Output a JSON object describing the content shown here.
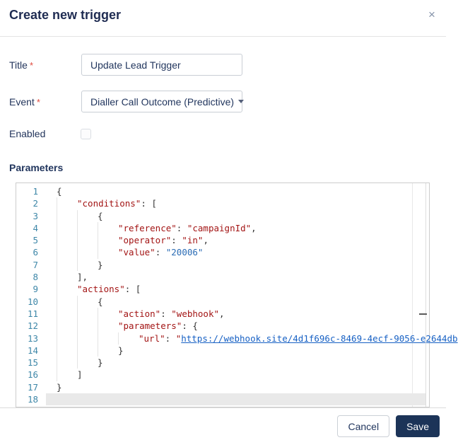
{
  "modal": {
    "title": "Create new trigger",
    "close_glyph": "×"
  },
  "form": {
    "title_label": "Title",
    "required_marker": "*",
    "title_value": "Update Lead Trigger",
    "event_label": "Event",
    "event_value": "Dialler Call Outcome (Predictive)",
    "enabled_label": "Enabled",
    "enabled_checked": false,
    "parameters_label": "Parameters"
  },
  "editor": {
    "language": "json",
    "current_line": 18,
    "lines": [
      {
        "n": "1",
        "indent": 0,
        "tokens": [
          [
            "p",
            "{"
          ]
        ]
      },
      {
        "n": "2",
        "indent": 1,
        "tokens": [
          [
            "k",
            "\"conditions\""
          ],
          [
            "p",
            ": ["
          ]
        ]
      },
      {
        "n": "3",
        "indent": 2,
        "tokens": [
          [
            "p",
            "{"
          ]
        ]
      },
      {
        "n": "4",
        "indent": 3,
        "tokens": [
          [
            "k",
            "\"reference\""
          ],
          [
            "p",
            ": "
          ],
          [
            "s",
            "\"campaignId\""
          ],
          [
            "p",
            ","
          ]
        ]
      },
      {
        "n": "5",
        "indent": 3,
        "tokens": [
          [
            "k",
            "\"operator\""
          ],
          [
            "p",
            ": "
          ],
          [
            "s",
            "\"in\""
          ],
          [
            "p",
            ","
          ]
        ]
      },
      {
        "n": "6",
        "indent": 3,
        "tokens": [
          [
            "k",
            "\"value\""
          ],
          [
            "p",
            ": "
          ],
          [
            "n",
            "\"20006\""
          ]
        ]
      },
      {
        "n": "7",
        "indent": 2,
        "tokens": [
          [
            "p",
            "}"
          ]
        ]
      },
      {
        "n": "8",
        "indent": 1,
        "tokens": [
          [
            "p",
            "],"
          ]
        ]
      },
      {
        "n": "9",
        "indent": 1,
        "tokens": [
          [
            "k",
            "\"actions\""
          ],
          [
            "p",
            ": ["
          ]
        ]
      },
      {
        "n": "10",
        "indent": 2,
        "tokens": [
          [
            "p",
            "{"
          ]
        ]
      },
      {
        "n": "11",
        "indent": 3,
        "tokens": [
          [
            "k",
            "\"action\""
          ],
          [
            "p",
            ": "
          ],
          [
            "s",
            "\"webhook\""
          ],
          [
            "p",
            ","
          ]
        ]
      },
      {
        "n": "12",
        "indent": 3,
        "tokens": [
          [
            "k",
            "\"parameters\""
          ],
          [
            "p",
            ": {"
          ]
        ]
      },
      {
        "n": "13",
        "indent": 4,
        "tokens": [
          [
            "k",
            "\"url\""
          ],
          [
            "p",
            ": "
          ],
          [
            "s",
            "\""
          ],
          [
            "u",
            "https://webhook.site/4d1f696c-8469-4ecf-9056-e2644db"
          ]
        ]
      },
      {
        "n": "14",
        "indent": 3,
        "tokens": [
          [
            "p",
            "}"
          ]
        ]
      },
      {
        "n": "15",
        "indent": 2,
        "tokens": [
          [
            "p",
            "}"
          ]
        ]
      },
      {
        "n": "16",
        "indent": 1,
        "tokens": [
          [
            "p",
            "]"
          ]
        ]
      },
      {
        "n": "17",
        "indent": 0,
        "tokens": [
          [
            "p",
            "}"
          ]
        ]
      },
      {
        "n": "18",
        "indent": 0,
        "tokens": [],
        "current": true
      }
    ]
  },
  "footer": {
    "cancel_label": "Cancel",
    "save_label": "Save"
  },
  "colors": {
    "accent_navy": "#1C3458",
    "heading_navy": "#1F2C52",
    "required_red": "#E04B3F",
    "line_number": "#3E87A8",
    "json_key": "#A31515",
    "json_string": "#A31515",
    "json_number_string": "#2B6CB5",
    "json_link": "#1660C4",
    "current_line_bg": "#E9E9E9"
  }
}
